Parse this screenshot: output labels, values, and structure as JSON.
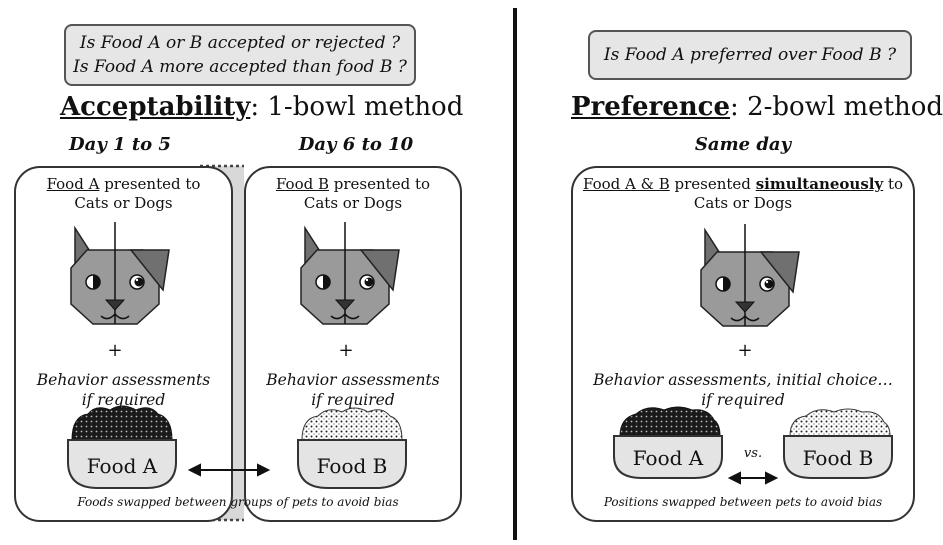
{
  "left": {
    "question_line1": "Is Food A or B accepted or rejected ?",
    "question_line2": "Is Food A more accepted than food B ?",
    "heading_bold": "Acceptability",
    "heading_rest": ": 1-bowl method",
    "day1_label": "Day 1 to 5",
    "day2_label": "Day 6 to 10",
    "panel1_food_underlined": "Food A",
    "panel1_text_rest": " presented to",
    "panel1_line2": "Cats or Dogs",
    "panel2_food_underlined": "Food B",
    "panel2_text_rest": " presented to",
    "panel2_line2": "Cats or Dogs",
    "plus": "+",
    "behavior_line1": "Behavior assessments",
    "behavior_line2": "if required",
    "bowl1_label": "Food A",
    "bowl2_label": "Food B",
    "footnote": "Foods swapped between groups of pets to avoid bias"
  },
  "right": {
    "question": "Is Food A preferred over Food B ?",
    "heading_bold": "Preference",
    "heading_rest": ": 2-bowl method",
    "day_label": "Same day",
    "panel_food_underlined": "Food A & B",
    "panel_text_mid": " presented ",
    "panel_text_bold": "simultaneously",
    "panel_text_end": " to",
    "panel_line2": "Cats or Dogs",
    "plus": "+",
    "behavior_line1": "Behavior assessments, initial choice…",
    "behavior_line2": "if required",
    "bowl1_label": "Food A",
    "vs_label": "vs.",
    "bowl2_label": "Food B",
    "footnote": "Positions swapped between pets to avoid bias"
  },
  "colors": {
    "face_fill": "#9a9a9a",
    "ear_fill": "#707070",
    "bowl_fill": "#e4e4e4",
    "question_box_fill": "#e6e6e6",
    "food_dark": "#1a1a1a",
    "food_light": "#ffffff"
  },
  "icons": [
    "pet-face-icon",
    "food-bowl-icon",
    "double-arrow-icon",
    "divider-line"
  ]
}
